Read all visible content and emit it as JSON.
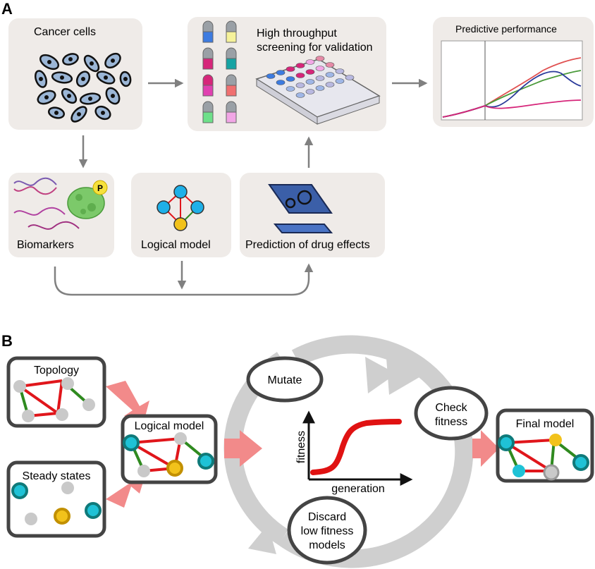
{
  "panel_a": {
    "letter": "A",
    "cancer_cells": "Cancer cells",
    "screening_line1": "High throughput",
    "screening_line2": "screening for validation",
    "predictive_performance": "Predictive performance",
    "biomarkers": "Biomarkers",
    "phospho_label": "P",
    "logical_model": "Logical model",
    "prediction": "Prediction of drug effects"
  },
  "panel_b": {
    "letter": "B",
    "topology": "Topology",
    "steady_states": "Steady states",
    "logical_model": "Logical model",
    "mutate": "Mutate",
    "check_fitness_line1": "Check",
    "check_fitness_line2": "fitness",
    "discard_line1": "Discard",
    "discard_line2": "low fitness",
    "discard_line3": "models",
    "final_model": "Final model",
    "fitness_axis": "fitness",
    "generation_axis": "generation"
  },
  "colors": {
    "box_fill": "#efebe8",
    "arrow_gray": "#808080",
    "pink_arrow": "#f28a8a",
    "cycle_gray": "#cfcfcf",
    "inhibition_red": "#e0161b",
    "activation_green": "#2f8a1f",
    "cyan_node": "#1fc2d6",
    "teal_ring": "#0f7a7a",
    "gold_node": "#f2c21b",
    "node_gray": "#c9c9c9",
    "sigmoid_red": "#e01212"
  }
}
